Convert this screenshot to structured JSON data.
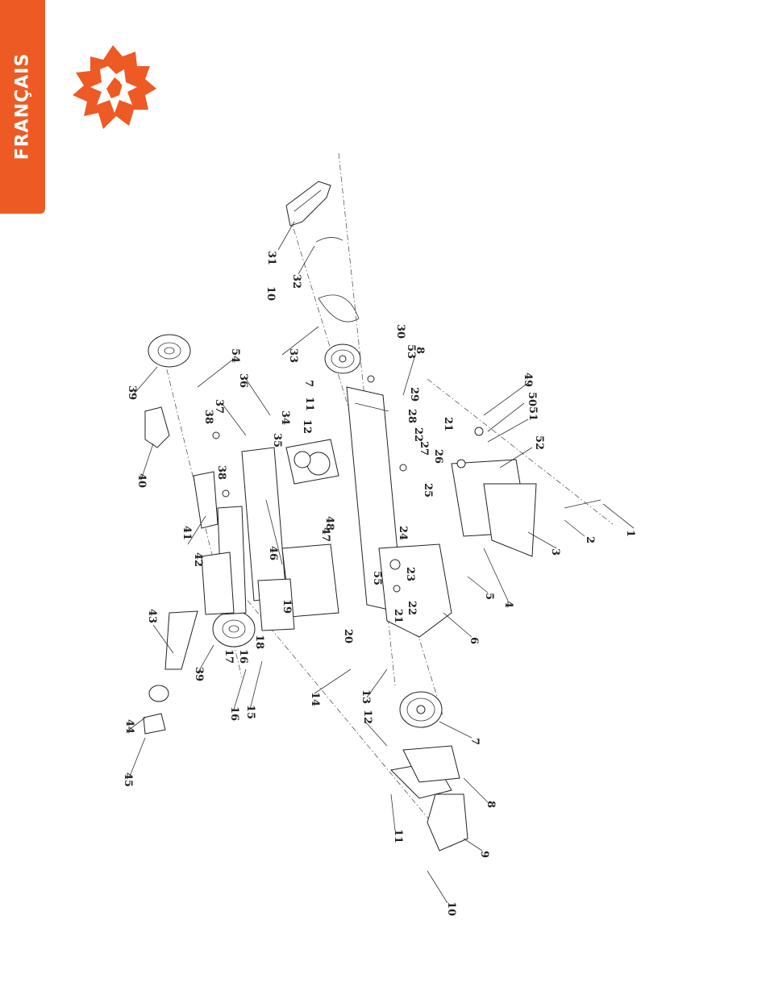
{
  "language_tab": "FRANÇAIS",
  "brand": {
    "accent": "#ee5a24",
    "logo_icon": "lion-head-icon"
  },
  "callouts": [
    "1",
    "2",
    "3",
    "4",
    "5",
    "6",
    "7",
    "8",
    "9",
    "10",
    "11",
    "12",
    "13",
    "14",
    "15",
    "16",
    "17",
    "18",
    "19",
    "20",
    "21",
    "22",
    "23",
    "24",
    "25",
    "26",
    "27",
    "28",
    "29",
    "30",
    "31",
    "32",
    "33",
    "34",
    "35",
    "36",
    "37",
    "38",
    "39",
    "40",
    "41",
    "42",
    "43",
    "44",
    "45",
    "46",
    "47",
    "48",
    "49",
    "50",
    "51",
    "52",
    "53",
    "54",
    "55"
  ]
}
